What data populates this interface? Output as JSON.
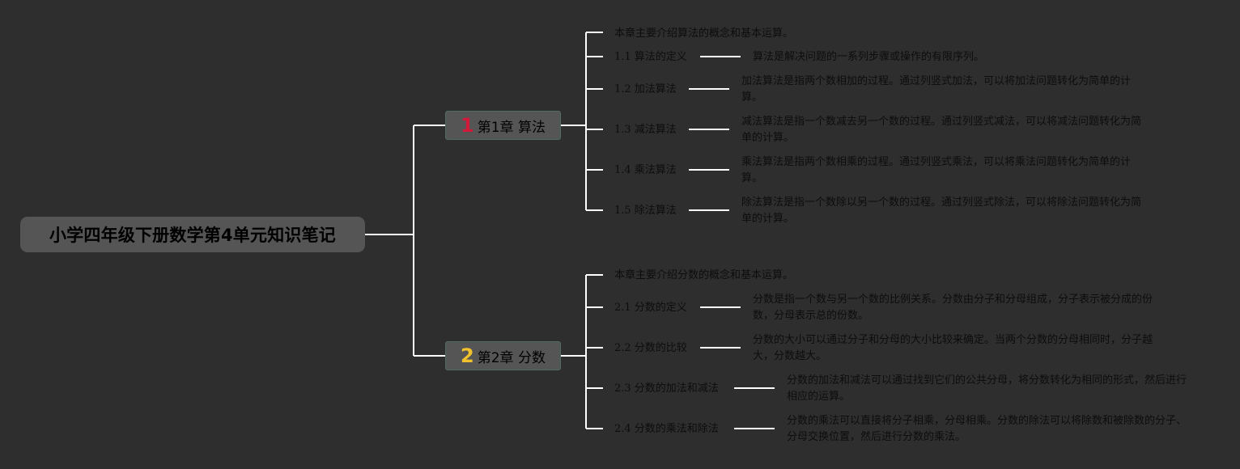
{
  "root": {
    "title": "小学四年级下册数学第4单元知识笔记"
  },
  "chapters": [
    {
      "number": "1",
      "title": "第1章 算法",
      "color": "#d11a3a",
      "intro": "本章主要介绍算法的概念和基本运算。",
      "items": [
        {
          "label": "1.1 算法的定义",
          "desc": "算法是解决问题的一系列步骤或操作的有限序列。"
        },
        {
          "label": "1.2 加法算法",
          "desc": "加法算法是指两个数相加的过程。通过列竖式加法，可以将加法问题转化为简单的计算。"
        },
        {
          "label": "1.3 减法算法",
          "desc": "减法算法是指一个数减去另一个数的过程。通过列竖式减法，可以将减法问题转化为简单的计算。"
        },
        {
          "label": "1.4 乘法算法",
          "desc": "乘法算法是指两个数相乘的过程。通过列竖式乘法，可以将乘法问题转化为简单的计算。"
        },
        {
          "label": "1.5 除法算法",
          "desc": "除法算法是指一个数除以另一个数的过程。通过列竖式除法，可以将除法问题转化为简单的计算。"
        }
      ]
    },
    {
      "number": "2",
      "title": "第2章 分数",
      "color": "#f2c22e",
      "intro": "本章主要介绍分数的概念和基本运算。",
      "items": [
        {
          "label": "2.1 分数的定义",
          "desc": "分数是指一个数与另一个数的比例关系。分数由分子和分母组成，分子表示被分成的份数，分母表示总的份数。"
        },
        {
          "label": "2.2 分数的比较",
          "desc": "分数的大小可以通过分子和分母的大小比较来确定。当两个分数的分母相同时，分子越大，分数越大。"
        },
        {
          "label": "2.3 分数的加法和减法",
          "desc": "分数的加法和减法可以通过找到它们的公共分母，将分数转化为相同的形式，然后进行相应的运算。"
        },
        {
          "label": "2.4 分数的乘法和除法",
          "desc": "分数的乘法可以直接将分子相乘，分母相乘。分数的除法可以将除数和被除数的分子、分母交换位置，然后进行分数的乘法。"
        }
      ]
    }
  ],
  "colors": {
    "line": "#ffffff",
    "node_bg": "#555555",
    "background": "#2e2e2e"
  }
}
